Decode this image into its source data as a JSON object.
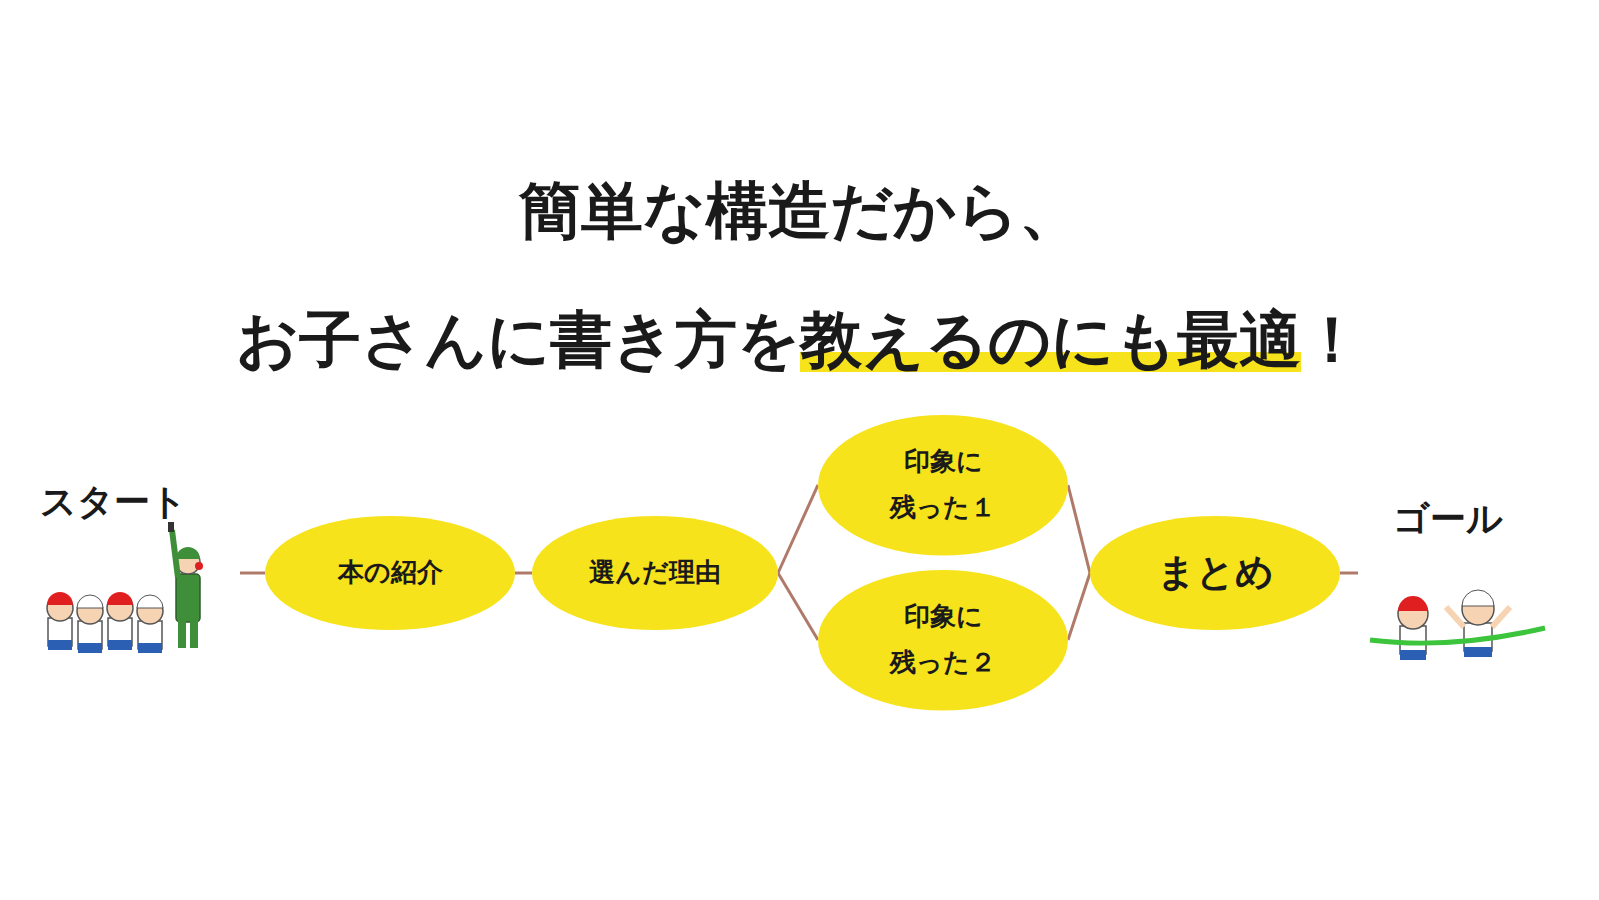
{
  "diagram": {
    "title": "簡単な構造だから、",
    "nodes": [
      {
        "text": [
          "本の紹介"
        ]
      },
      {
        "text": [
          "選んだ理由"
        ]
      },
      {
        "text": [
          "印象に 残った１"
        ]
      },
      {
        "text": [
          "印象に 残った２"
        ]
      },
      {
        "text": [
          "まとめ"
        ]
      }
    ],
    "edges": [
      {
        "from": 0,
        "to": 1,
        "arrow": "none"
      },
      {
        "from": 1,
        "to": 2,
        "arrow": "none"
      },
      {
        "from": 1,
        "to": 3,
        "arrow": "none"
      },
      {
        "from": 2,
        "to": 4,
        "arrow": "none"
      },
      {
        "from": 3,
        "to": 4,
        "arrow": "none"
      }
    ],
    "labels": [
      "お子さんに書き方を教えるのにも最適！",
      "スタート",
      "ゴール"
    ]
  }
}
